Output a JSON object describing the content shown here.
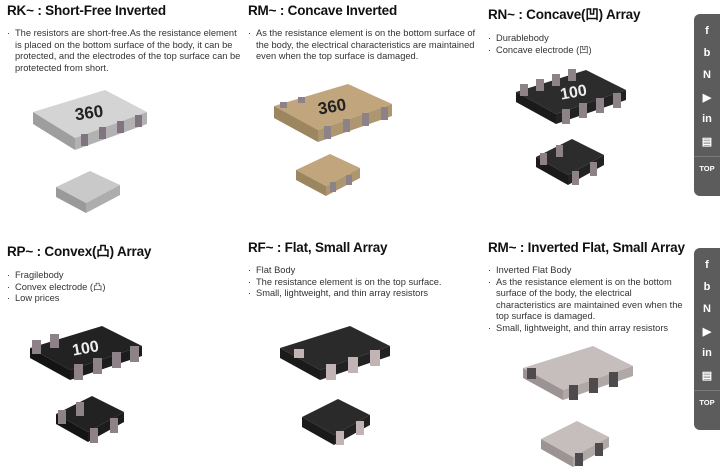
{
  "products": [
    {
      "title": "RK~ : Short-Free Inverted",
      "bullets": [
        "The resistors are short-free.As the resistance element is placed on the bottom surface of the body, it can be protected, and the electrodes of the top surface can be protetected from short."
      ],
      "chip_marking": "360"
    },
    {
      "title": "RM~ : Concave Inverted",
      "bullets": [
        "As the resistance element is on the bottom surface of the body, the electrical characteristics are maintained even when the top surface is damaged."
      ],
      "chip_marking": "360"
    },
    {
      "title": "RN~ : Concave(凹) Array",
      "bullets": [
        "Durablebody",
        "Concave electrode (凹)"
      ],
      "chip_marking": "100"
    },
    {
      "title": "RP~ : Convex(凸) Array",
      "bullets": [
        "Fragilebody",
        "Convex electrode (凸)",
        "Low prices"
      ],
      "chip_marking": "100"
    },
    {
      "title": "RF~ : Flat, Small Array",
      "bullets": [
        "Flat Body",
        "The resistance element is on the top surface.",
        "Small, lightweight, and thin array resistors"
      ]
    },
    {
      "title": "RM~ : Inverted Flat, Small Array",
      "bullets": [
        "Inverted Flat Body",
        "As the resistance element is on the bottom surface of the body, the electrical characteristics are maintained even when the top surface is damaged.",
        "Small, lightweight, and thin array resistors"
      ]
    }
  ],
  "share_bar": {
    "icons": [
      "facebook-icon",
      "blog-icon",
      "naver-icon",
      "youtube-icon",
      "linkedin-icon",
      "newsletter-icon"
    ],
    "glyphs": [
      "f",
      "b",
      "N",
      "▶",
      "in",
      "▤"
    ],
    "top_label": "TOP"
  },
  "colors": {
    "body_gray": "#b9b9b9",
    "body_tan": "#b59a72",
    "body_black": "#2a2a2a",
    "electrode": "#8d8288",
    "share_bg": "#5c5c5c"
  }
}
